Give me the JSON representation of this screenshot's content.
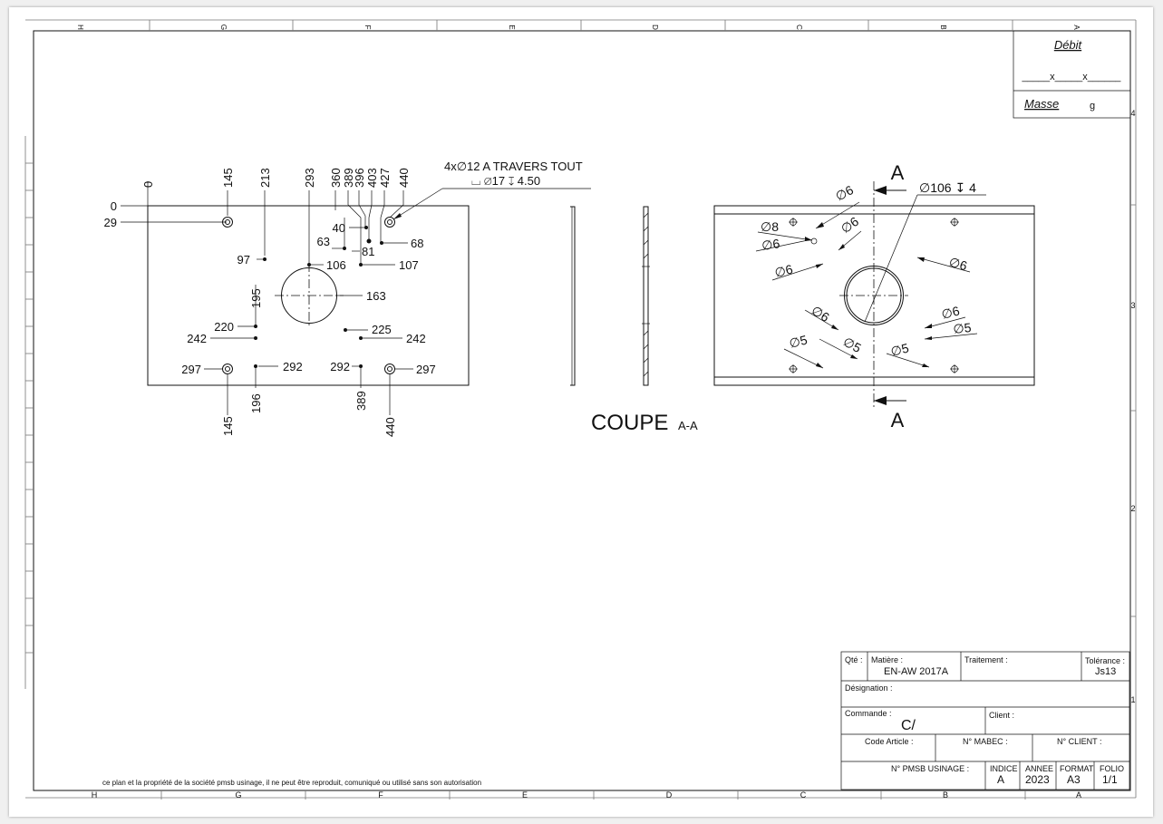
{
  "border_labels": {
    "top": [
      "H",
      "G",
      "F",
      "E",
      "D",
      "C",
      "B",
      "A"
    ],
    "bottom": [
      "H",
      "G",
      "F",
      "E",
      "D",
      "C",
      "B",
      "A"
    ],
    "right": [
      "4",
      "3",
      "2",
      "1"
    ]
  },
  "corner_box": {
    "debit_label": "Débit",
    "dims_text": "_____x_____x______",
    "masse_label": "Masse",
    "masse_unit": "g"
  },
  "front_view": {
    "x_dims_top": [
      "0",
      "145",
      "213",
      "293",
      "360",
      "389",
      "396",
      "403",
      "427",
      "440"
    ],
    "x_dims_bottom": [
      "145",
      "196",
      "389",
      "440"
    ],
    "y_dims_left": [
      "0",
      "29",
      "97",
      "195",
      "220",
      "242",
      "297"
    ],
    "side_labels": {
      "d40": "40",
      "d63": "63",
      "d81": "81",
      "d68": "68",
      "d106": "106",
      "d107": "107",
      "d163": "163",
      "d225": "225",
      "d242r": "242",
      "d292l": "292",
      "d292r": "292",
      "d297r": "297"
    },
    "hole_note_line1": "4x∅12 A TRAVERS TOUT",
    "hole_note_line2": "⌴ ∅17 ↧ 4.50"
  },
  "section_view": {
    "title": "COUPE",
    "suffix": "A-A",
    "cut_label_top": "A",
    "cut_label_bottom": "A",
    "bore_note": "∅106 ↧ 4",
    "callouts": [
      "∅6",
      "∅8",
      "∅6",
      "∅6",
      "∅6",
      "∅6",
      "∅6",
      "∅6",
      "∅5",
      "∅5",
      "∅5",
      "∅5"
    ]
  },
  "title_block": {
    "qte_label": "Qté :",
    "matiere_label": "Matière :",
    "matiere_value": "EN-AW 2017A",
    "traitement_label": "Traitement :",
    "tolerance_label": "Tolérance :",
    "tolerance_value": "Js13",
    "designation_label": "Désignation :",
    "commande_label": "Commande :",
    "commande_value": "C/",
    "client_label": "Client :",
    "code_article_label": "Code Article :",
    "mabec_label": "N° MABEC :",
    "nclient_label": "N° CLIENT :",
    "pmsb_label": "N° PMSB USINAGE :",
    "indice_label": "INDICE",
    "indice_value": "A",
    "annee_label": "ANNEE",
    "annee_value": "2023",
    "format_label": "FORMAT",
    "format_value": "A3",
    "folio_label": "FOLIO",
    "folio_value": "1/1"
  },
  "footer_note": "ce plan et la propriété de la société pmsb usinage, il ne peut être  reproduit, comuniqué ou utilisé sans son autorisation"
}
